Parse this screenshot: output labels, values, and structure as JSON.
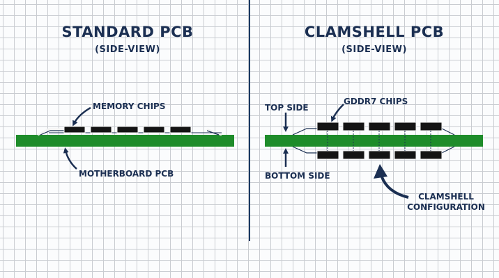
{
  "standard": {
    "title": "STANDARD PCB",
    "subtitle": "(SIDE-VIEW)",
    "memory_chips_label": "MEMORY CHIPS",
    "motherboard_label": "MOTHERBOARD PCB"
  },
  "clamshell": {
    "title": "CLAMSHELL PCB",
    "subtitle": "(SIDE-VIEW)",
    "top_side_label": "TOP SIDE",
    "bottom_side_label": "BOTTOM SIDE",
    "gddr7_label": "GDDR7 CHIPS",
    "config_label_line1": "CLAMSHELL",
    "config_label_line2": "CONFIGURATION"
  },
  "colors": {
    "pcb_green": "#1e8c2a",
    "chip_black": "#141414",
    "ink_navy": "#1b2f52",
    "grid_line": "#c9ccd1"
  }
}
